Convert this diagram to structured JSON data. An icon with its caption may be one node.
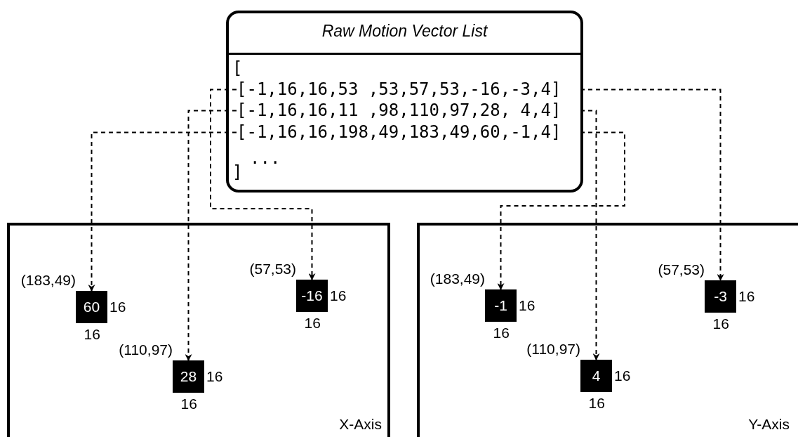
{
  "diagram": {
    "nodes": [
      {
        "text": [
          "Raw Motion Vector List",
          "[",
          "...",
          "]"
        ]
      },
      {
        "text": [
          "[-1,16,16,53 ,53,57,53,-16,-3,4]"
        ],
        "in": 0
      },
      {
        "text": [
          "[-1,16,16,11 ,98,110,97,28, 4,4]"
        ],
        "in": 0
      },
      {
        "text": [
          "[-1,16,16,198,49,183,49,60,-1,4]"
        ],
        "in": 0
      },
      {
        "text": [
          "X-Axis"
        ]
      },
      {
        "text": [
          "60"
        ],
        "in": 4,
        "beside": [
          "(183,49)",
          "16",
          "16"
        ]
      },
      {
        "text": [
          "28"
        ],
        "in": 4,
        "beside": [
          "(110,97)",
          "16",
          "16"
        ]
      },
      {
        "text": [
          "-16"
        ],
        "in": 4,
        "beside": [
          "(57,53)",
          "16",
          "16"
        ]
      },
      {
        "text": [
          "Y-Axis"
        ]
      },
      {
        "text": [
          "-1"
        ],
        "in": 8,
        "beside": [
          "(183,49)",
          "16",
          "16"
        ]
      },
      {
        "text": [
          "4"
        ],
        "in": 8,
        "beside": [
          "(110,97)",
          "16",
          "16"
        ]
      },
      {
        "text": [
          "-3"
        ],
        "in": 8,
        "beside": [
          "(57,53)",
          "16",
          "16"
        ]
      }
    ],
    "edges": [
      {
        "from": 3,
        "to": 5,
        "arrow": "to",
        "style": "dashed"
      },
      {
        "from": 2,
        "to": 6,
        "arrow": "to",
        "style": "dashed"
      },
      {
        "from": 1,
        "to": 7,
        "arrow": "to",
        "style": "dashed"
      },
      {
        "from": 3,
        "to": 9,
        "arrow": "to",
        "style": "dashed"
      },
      {
        "from": 2,
        "to": 10,
        "arrow": "to",
        "style": "dashed"
      },
      {
        "from": 1,
        "to": 11,
        "arrow": "to",
        "style": "dashed"
      }
    ]
  }
}
